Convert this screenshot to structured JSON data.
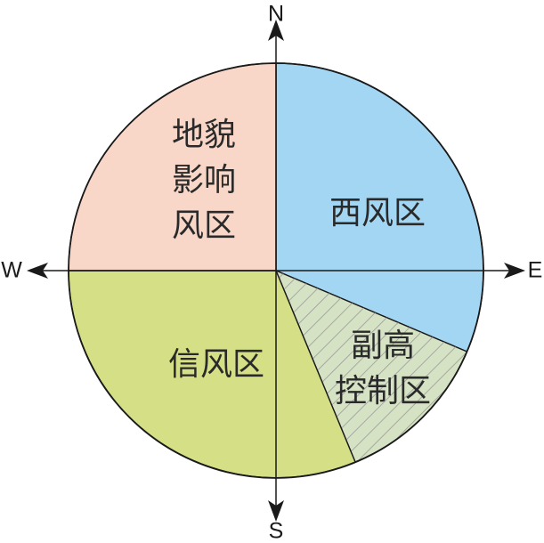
{
  "compass": {
    "north": "N",
    "south": "S",
    "east": "E",
    "west": "W"
  },
  "zones": [
    {
      "id": "west-wind",
      "label_lines": [
        "西风区"
      ],
      "color": "#a3d6f3"
    },
    {
      "id": "subtropical-high",
      "label_lines": [
        "副高",
        "控制区"
      ],
      "color": "#d6e2c4",
      "pattern": "diagonal-hatch"
    },
    {
      "id": "trade-wind",
      "label_lines": [
        "信风区"
      ],
      "color": "#d5df85"
    },
    {
      "id": "terrain",
      "label_lines": [
        "地貌",
        "影响",
        "风区"
      ],
      "color": "#f8d7c9"
    }
  ],
  "colors": {
    "outline": "#1a1a1a",
    "hatch": "#9a9a9a"
  }
}
